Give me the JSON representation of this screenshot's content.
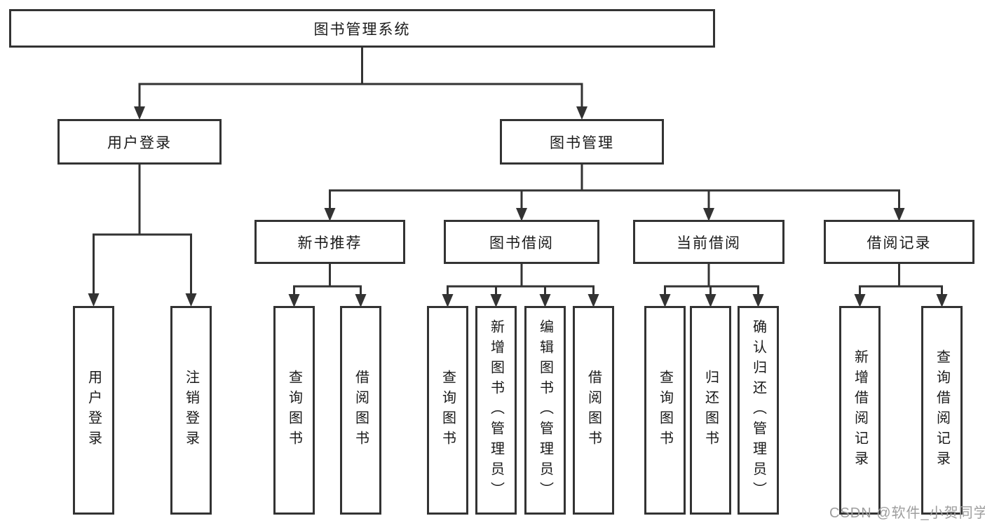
{
  "diagram_title": "图书管理系统",
  "tree": {
    "label": "图书管理系统",
    "children": [
      {
        "label": "用户登录",
        "children": [
          {
            "label": "用户登录"
          },
          {
            "label": "注销登录"
          }
        ]
      },
      {
        "label": "图书管理",
        "children": [
          {
            "label": "新书推荐",
            "children": [
              {
                "label": "查询图书"
              },
              {
                "label": "借阅图书"
              }
            ]
          },
          {
            "label": "图书借阅",
            "children": [
              {
                "label": "查询图书"
              },
              {
                "label": "新增图书（管理员）"
              },
              {
                "label": "编辑图书（管理员）"
              },
              {
                "label": "借阅图书"
              }
            ]
          },
          {
            "label": "当前借阅",
            "children": [
              {
                "label": "查询图书"
              },
              {
                "label": "归还图书"
              },
              {
                "label": "确认归还（管理员）"
              }
            ]
          },
          {
            "label": "借阅记录",
            "children": [
              {
                "label": "新增借阅记录"
              },
              {
                "label": "查询借阅记录"
              }
            ]
          }
        ]
      }
    ]
  },
  "watermark": {
    "text": "CSDN @软件_小贺同学"
  },
  "colors": {
    "line": "#333333",
    "text": "#1a1a1a",
    "box-bg": "#ffffff",
    "watermark": "#9e9e9e",
    "page-bg": "#ffffff"
  }
}
